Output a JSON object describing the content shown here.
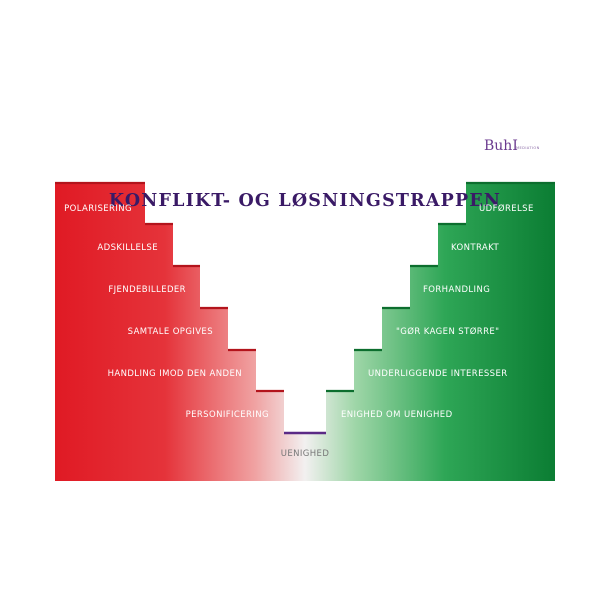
{
  "title": "KONFLIKT- OG LØSNINGSTRAPPEN",
  "logo": {
    "name": "BuhI",
    "tagline": "MEDIATION"
  },
  "conflict_steps": [
    "POLARISERING",
    "ADSKILLELSE",
    "FJENDEBILLEDER",
    "SAMTALE OPGIVES",
    "HANDLING IMOD DEN ANDEN",
    "PERSONIFICERING"
  ],
  "center_step": "UENIGHED",
  "solution_steps": [
    "UDFØRELSE",
    "KONTRAKT",
    "FORHANDLING",
    "\"GØR KAGEN STØRRE\"",
    "UNDERLIGGENDE INTERESSER",
    "ENIGHED OM UENIGHED"
  ],
  "colors": {
    "conflict": "#e21f26",
    "conflict_line": "#b3141c",
    "solution": "#0f8c3a",
    "solution_line": "#0c6e2e",
    "center_line": "#5b2a86",
    "title": "#3a1a66"
  }
}
